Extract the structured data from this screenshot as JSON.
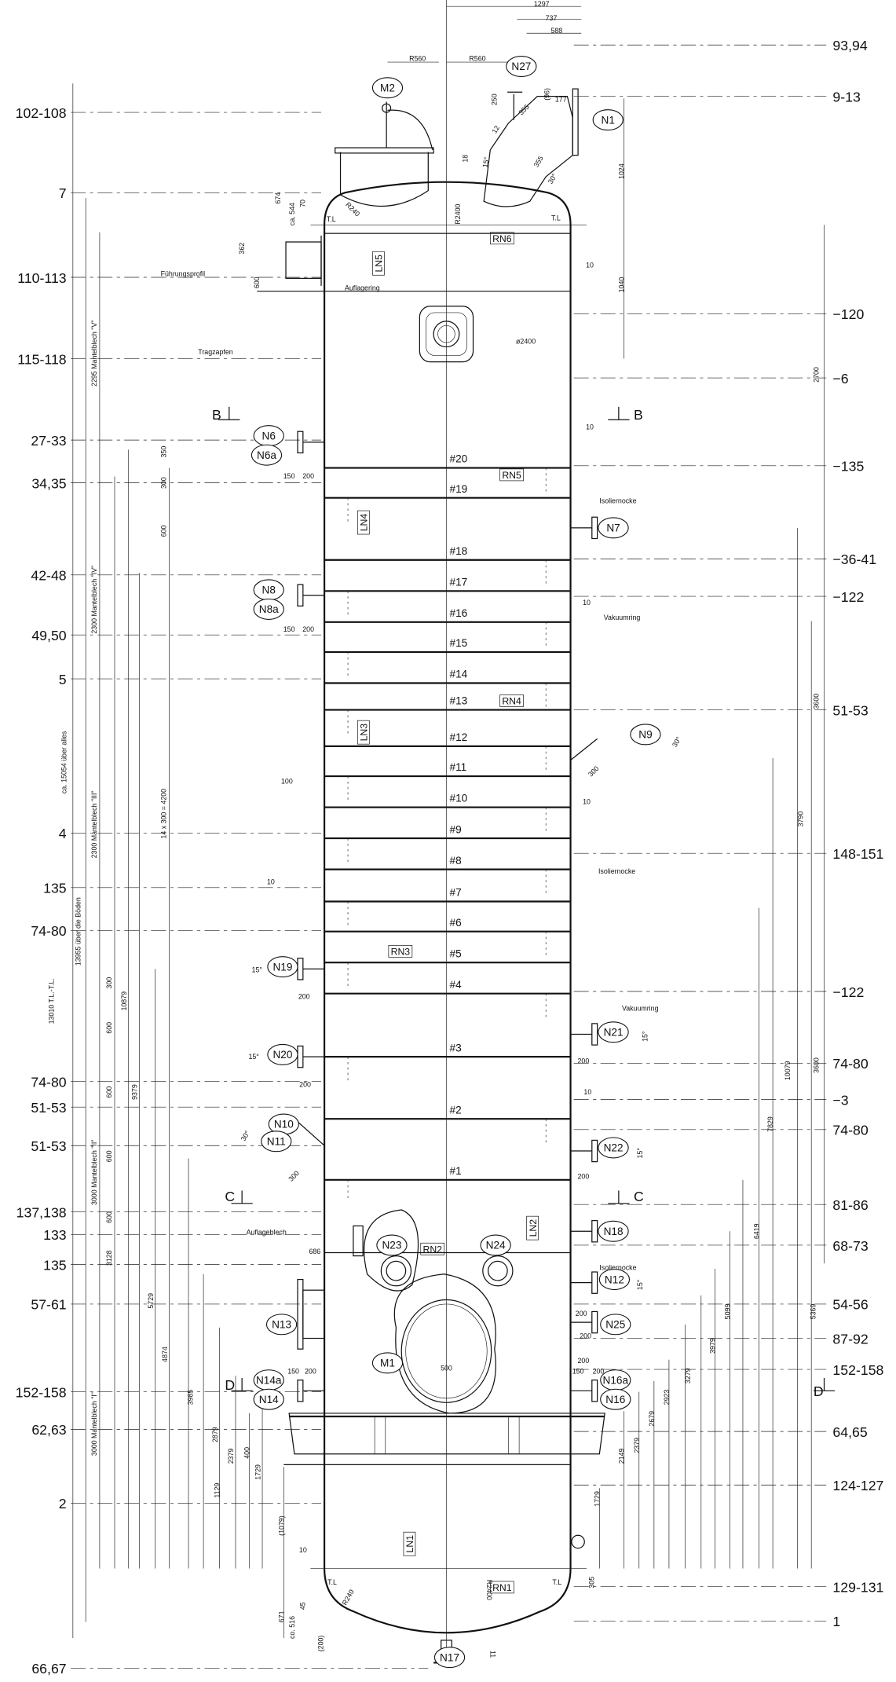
{
  "left_refs": [
    "102-108",
    "7",
    "110-113",
    "115-118",
    "27-33",
    "34,35",
    "42-48",
    "49,50",
    "5",
    "4",
    "135",
    "74-80",
    "74-80",
    "51-53",
    "51-53",
    "137,138",
    "133",
    "135",
    "57-61",
    "152-158",
    "62,63",
    "2",
    "66,67"
  ],
  "right_refs": [
    "93,94",
    "9-13",
    "120",
    "6",
    "135",
    "36-41",
    "122",
    "51-53",
    "148-151",
    "122",
    "74-80",
    "3",
    "74-80",
    "81-86",
    "68-73",
    "54-56",
    "87-92",
    "152-158",
    "64,65",
    "124-127",
    "129-131",
    "1"
  ],
  "nozzles": [
    "M2",
    "N27",
    "N1",
    "N6",
    "N6a",
    "N8",
    "N8a",
    "N7",
    "N9",
    "N19",
    "N20",
    "N10",
    "N11",
    "N21",
    "N22",
    "N23",
    "N24",
    "N18",
    "N12",
    "N13",
    "N25",
    "M1",
    "N14a",
    "N14",
    "N16a",
    "N16",
    "N17"
  ],
  "trays": [
    "#20",
    "#19",
    "#18",
    "#17",
    "#16",
    "#15",
    "#14",
    "#13",
    "#12",
    "#11",
    "#10",
    "#9",
    "#8",
    "#7",
    "#6",
    "#5",
    "#4",
    "#3",
    "#2",
    "#1"
  ],
  "boxes": [
    "RN6",
    "LN5",
    "RN5",
    "LN4",
    "RN4",
    "LN3",
    "RN3",
    "RN2",
    "LN2",
    "LN1",
    "RN1"
  ],
  "labels": [
    "Führungsprofil",
    "Auflagering",
    "Tragzapfen",
    "ø2400",
    "Isoliernocke",
    "Vakuumring",
    "Isoliernocke",
    "Vakuumring",
    "Isoliernocke",
    "Auflageblech",
    "T.L",
    "T.L",
    "T.L",
    "T.L",
    "B",
    "B",
    "C",
    "C",
    "D",
    "D"
  ],
  "dims": [
    "1297",
    "737",
    "588",
    "R560",
    "R560",
    "(96)",
    "250",
    "177",
    "355",
    "355",
    "12",
    "15°",
    "30°",
    "18",
    "674",
    "ca. 544",
    "70",
    "R240",
    "R2400",
    "1024",
    "1040",
    "362",
    "600",
    "10",
    "10",
    "2700",
    "2295 Mantelblech \"V\"",
    "350",
    "300",
    "150",
    "200",
    "600",
    "2300 Mantelblech \"IV\"",
    "150",
    "200",
    "10",
    "3600",
    "30°",
    "300",
    "100",
    "14 x 300 = 4200",
    "10",
    "2300 Mantelblech \"III\"",
    "3790",
    "10",
    "13955 über die Böden",
    "ca. 15054 über alles",
    "13010 T.L.-T.L.",
    "15°",
    "200",
    "300",
    "600",
    "10879",
    "15°",
    "200",
    "9379",
    "600",
    "10079",
    "3600",
    "15°",
    "200",
    "3000 Mantelblech \"II\"",
    "10",
    "30°",
    "300",
    "600",
    "7829",
    "15°",
    "200",
    "600",
    "686",
    "6419",
    "5099",
    "5369",
    "3979",
    "3279",
    "2923",
    "2679",
    "2379",
    "2149",
    "1729",
    "305",
    "3128",
    "5729",
    "4874",
    "3985",
    "2879",
    "2379",
    "400",
    "1729",
    "1129",
    "(1079)",
    "3000 Mantelblech \"I\"",
    "10",
    "500",
    "150",
    "200",
    "200",
    "150",
    "200",
    "200",
    "15°",
    "200",
    "671",
    "co. 516",
    "45",
    "R240",
    "R2400",
    "(200)",
    "11"
  ]
}
